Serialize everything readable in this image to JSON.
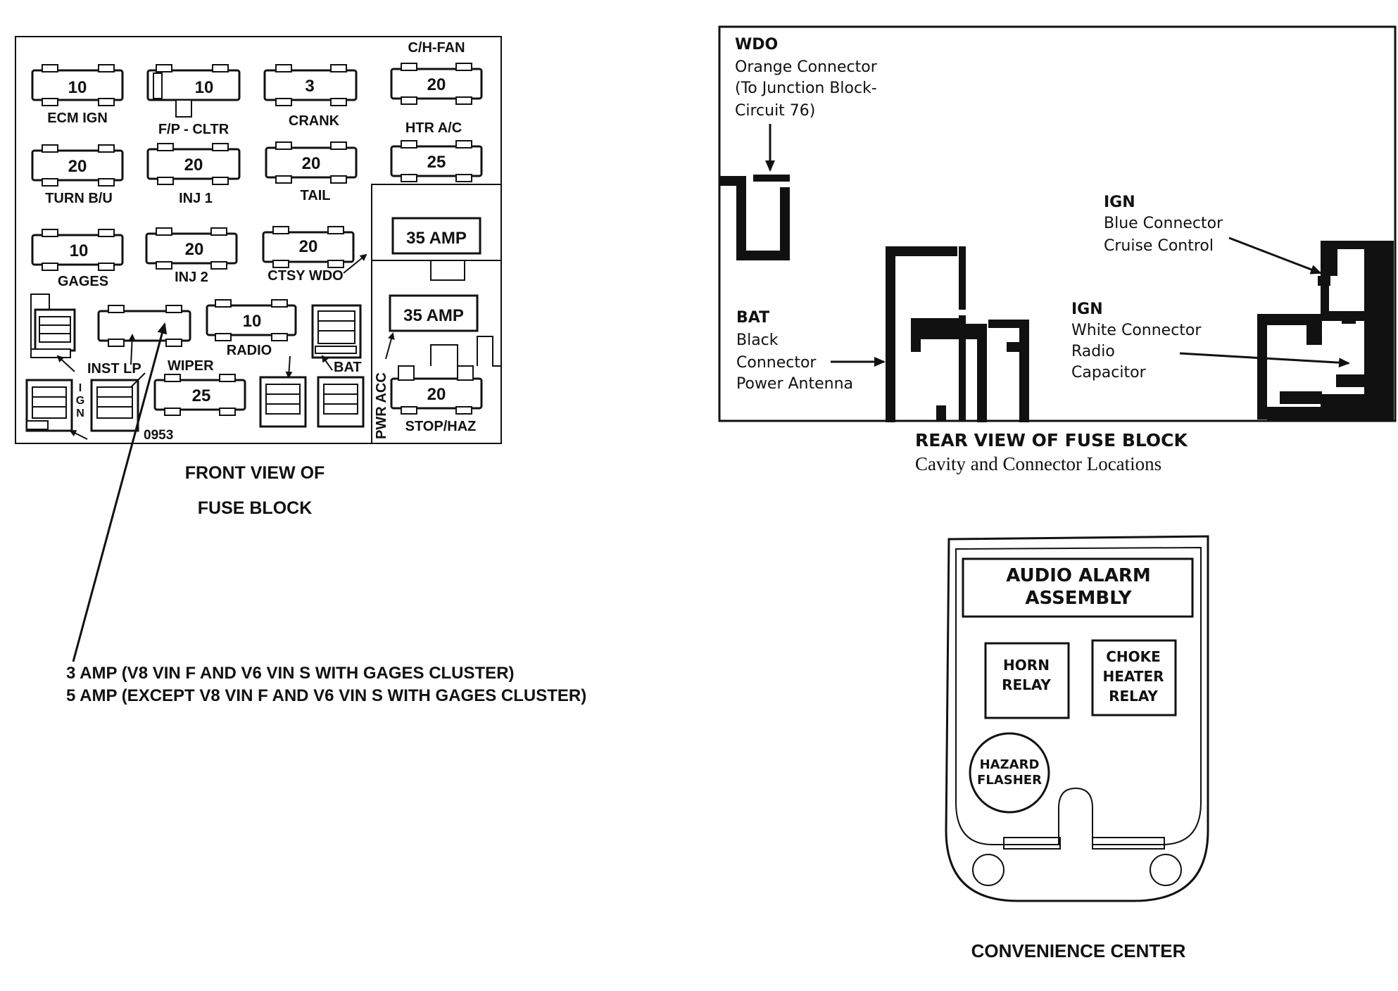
{
  "front": {
    "fuses": [
      {
        "amp": "10",
        "name": "ECM IGN"
      },
      {
        "amp": "10",
        "name": "F/P - CLTR"
      },
      {
        "amp": "3",
        "name": "CRANK"
      },
      {
        "amp": "20",
        "name": "HTR A/C"
      },
      {
        "amp": "20",
        "name": "TURN B/U"
      },
      {
        "amp": "20",
        "name": "INJ 1"
      },
      {
        "amp": "20",
        "name": "TAIL"
      },
      {
        "amp": "25",
        "name": "C/H-FAN"
      },
      {
        "amp": "10",
        "name": "GAGES"
      },
      {
        "amp": "20",
        "name": "INJ 2"
      },
      {
        "amp": "20",
        "name": "CTSY WDO"
      },
      {
        "amp": "35 AMP",
        "name": ""
      },
      {
        "amp": "35 AMP",
        "name": ""
      },
      {
        "amp": "",
        "name": "WIPER"
      },
      {
        "amp": "10",
        "name": "RADIO"
      },
      {
        "amp": "25",
        "name": ""
      },
      {
        "amp": "20",
        "name": "STOP/HAZ"
      }
    ],
    "labels": {
      "inst_lp": "INST LP",
      "bat": "BAT",
      "ign": "IGN",
      "pwr_acc": "PWR ACC",
      "code": "0953"
    },
    "caption1": "FRONT VIEW OF",
    "caption2": "FUSE BLOCK",
    "note1": "3 AMP  (V8 VIN F AND V6 VIN S WITH GAGES CLUSTER)",
    "note2": "5 AMP  (EXCEPT V8 VIN F AND V6 VIN S WITH GAGES CLUSTER)"
  },
  "rear": {
    "wdo_title": "WDO",
    "wdo_lines": [
      "Orange Connector",
      "(To Junction Block-",
      "Circuit 76)"
    ],
    "bat_title": "BAT",
    "bat_lines": [
      "Black",
      "Connector",
      "Power Antenna"
    ],
    "ign1_title": "IGN",
    "ign1_lines": [
      "Blue Connector",
      "Cruise Control"
    ],
    "ign2_title": "IGN",
    "ign2_lines": [
      "White Connector",
      "Radio",
      "Capacitor"
    ],
    "caption1": "REAR VIEW OF FUSE BLOCK",
    "caption2": "Cavity and Connector Locations"
  },
  "convenience": {
    "alarm1": "AUDIO ALARM",
    "alarm2": "ASSEMBLY",
    "horn1": "HORN",
    "horn2": "RELAY",
    "choke1": "CHOKE",
    "choke2": "HEATER",
    "choke3": "RELAY",
    "hazard1": "HAZARD",
    "hazard2": "FLASHER",
    "caption": "CONVENIENCE CENTER"
  }
}
